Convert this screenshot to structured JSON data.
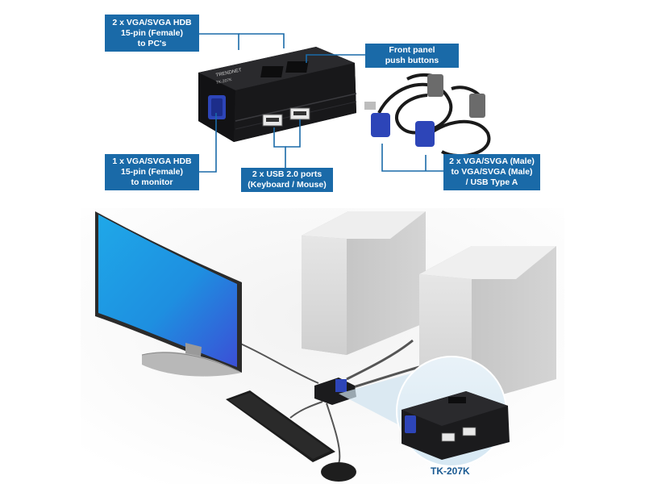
{
  "labels": {
    "vga_to_pc": [
      "2 x VGA/SVGA HDB",
      "15-pin (Female)",
      "to PC's"
    ],
    "front_panel": [
      "Front panel",
      "push buttons"
    ],
    "vga_to_monitor": [
      "1 x VGA/SVGA HDB",
      "15-pin (Female)",
      "to monitor"
    ],
    "usb_ports": [
      "2 x USB 2.0 ports",
      "(Keyboard / Mouse)"
    ],
    "cables": [
      "2 x VGA/SVGA (Male)",
      "to VGA/SVGA (Male)",
      "/ USB Type A"
    ]
  },
  "device": {
    "brand": "TRENDNET",
    "model_small": "TK-207K"
  },
  "model_callout": "TK-207K",
  "colors": {
    "accent": "#1a6aa8",
    "device_body": "#1b1b1d",
    "vga_blue": "#2d45b8",
    "tower_gray": "#d8d8d8"
  }
}
